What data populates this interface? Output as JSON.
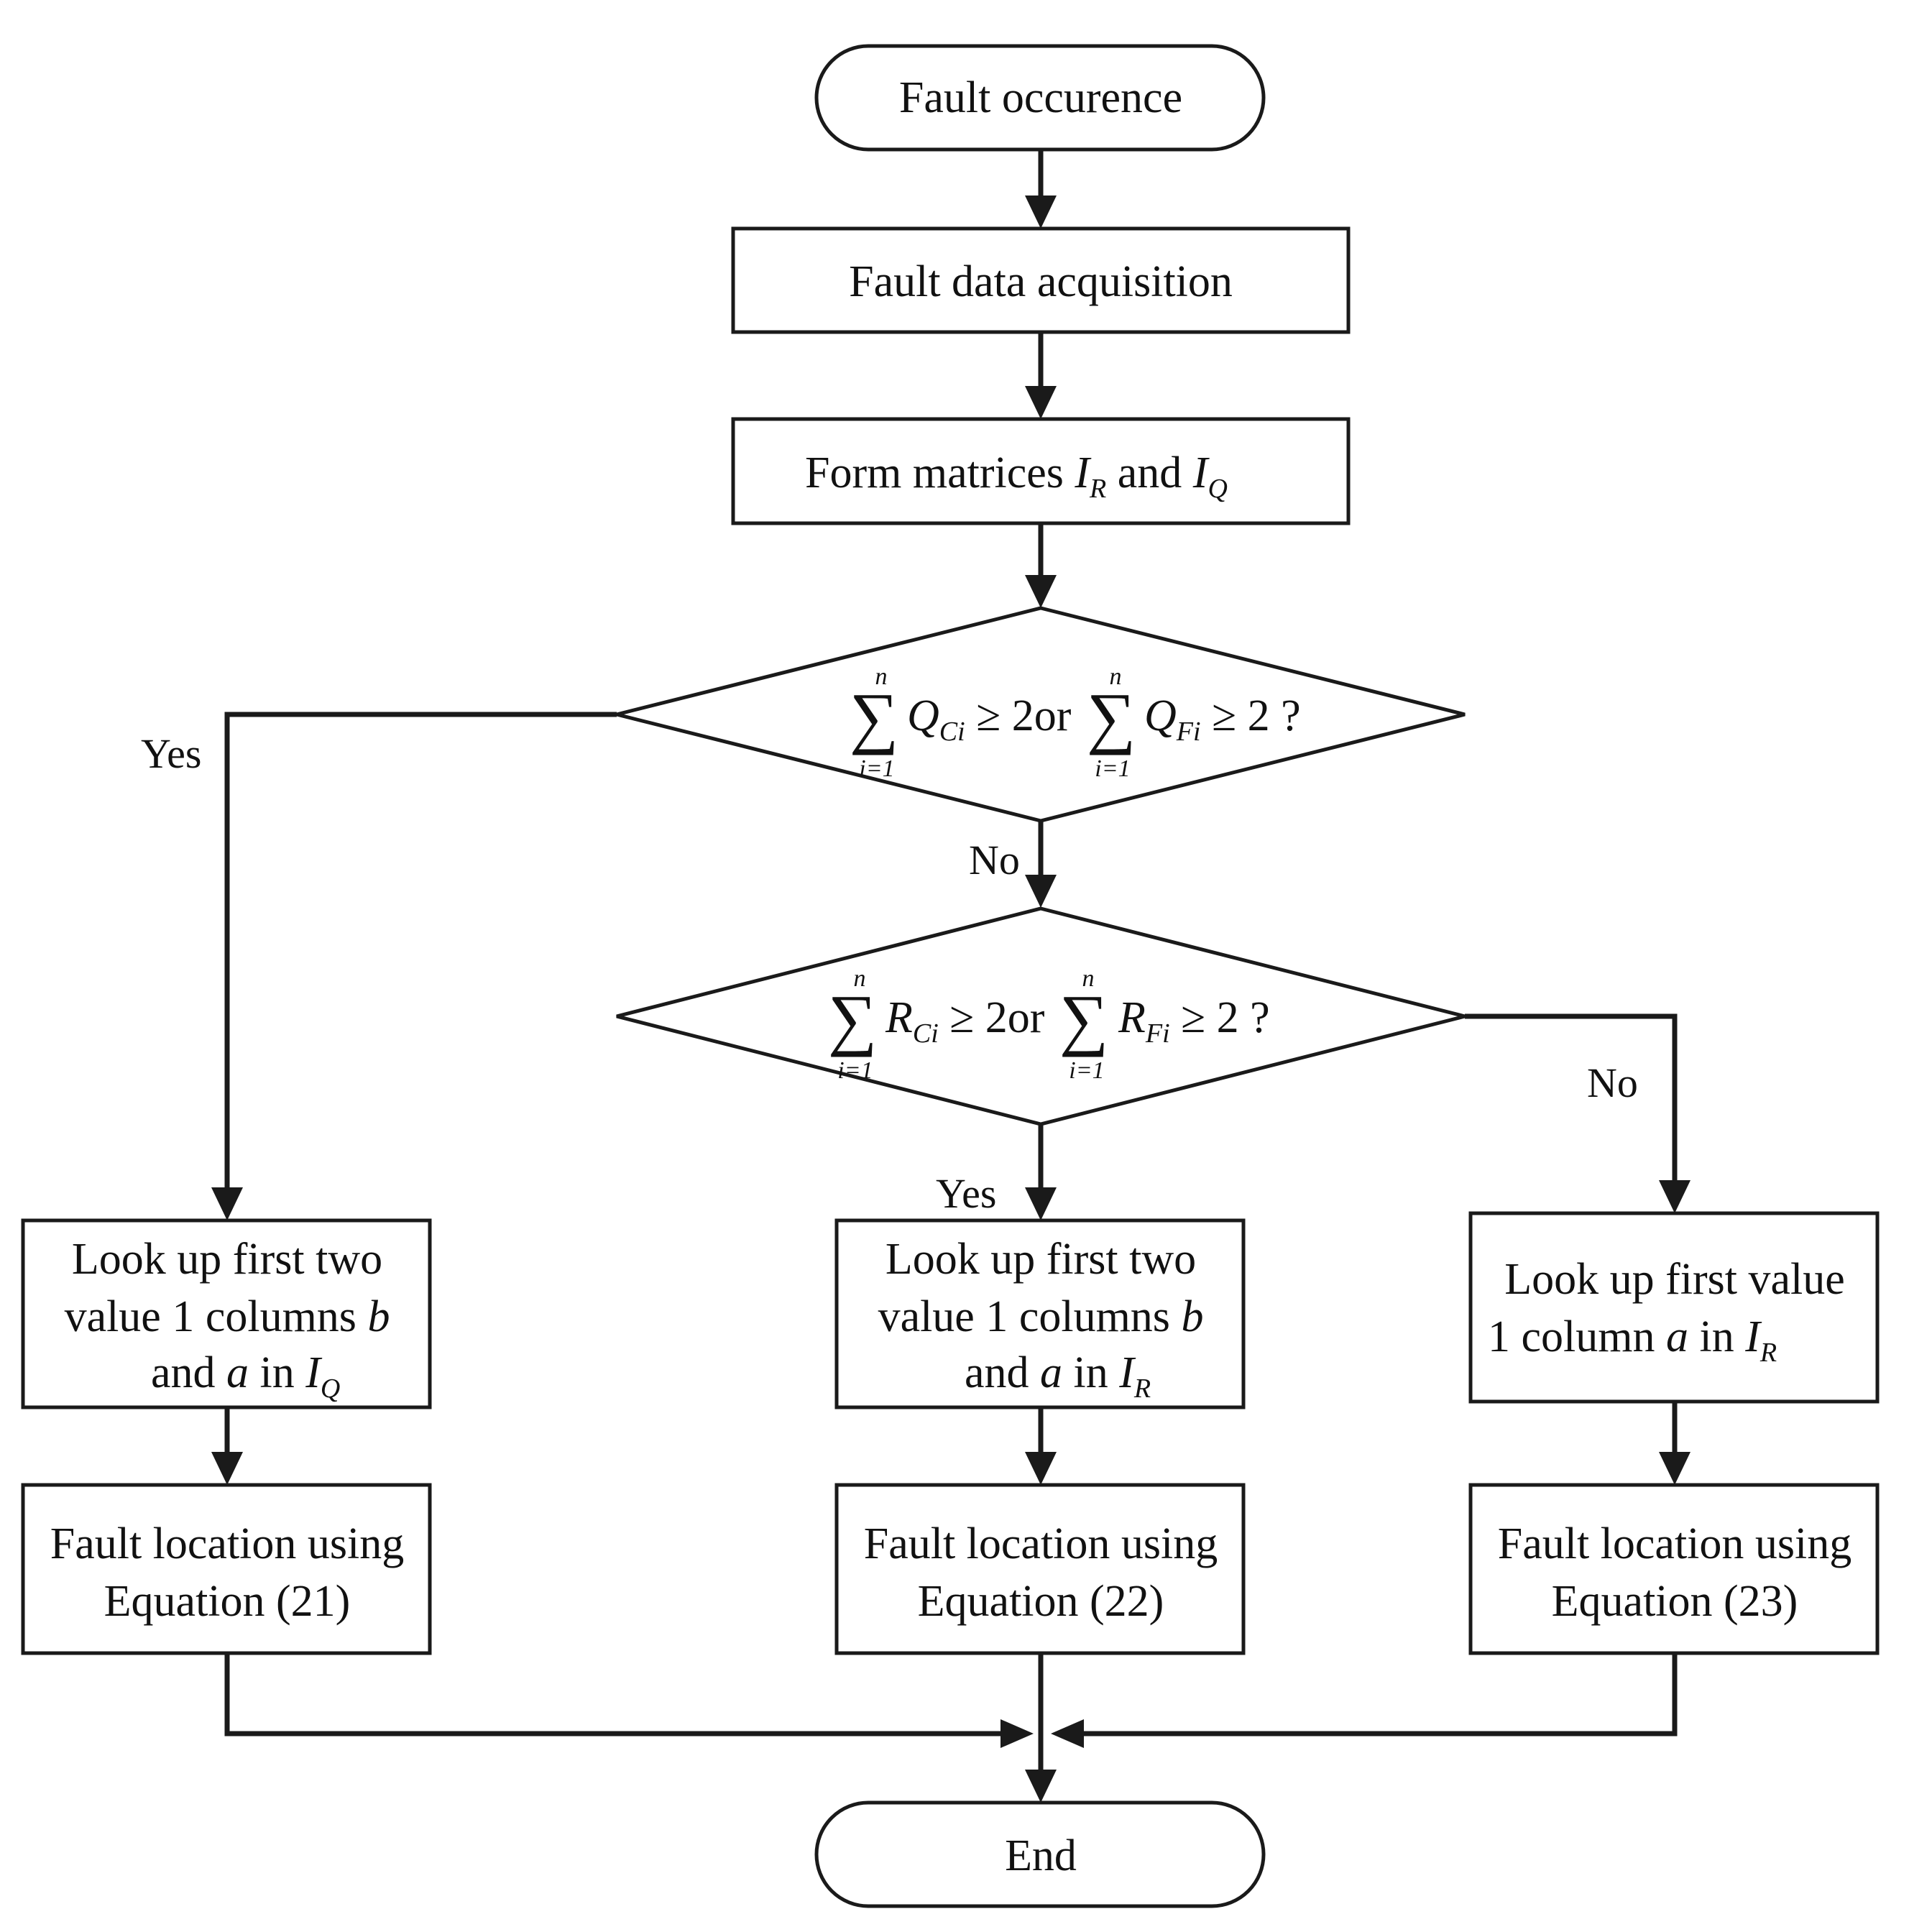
{
  "start": {
    "label": "Fault occurence"
  },
  "acquire": {
    "label": "Fault data acquisition"
  },
  "matrices": {
    "prefix": "Form matrices ",
    "var1": "I",
    "sub1": "R",
    "mid": " and ",
    "var2": "I",
    "sub2": "Q"
  },
  "decision1": {
    "sum_upper": "n",
    "sum_lower": "i=1",
    "term1": "Q",
    "term1_sub": "Ci",
    "cond1": " ≥ 2or",
    "term2": "Q",
    "term2_sub": "Fi",
    "cond2": " ≥ 2 ?",
    "yes_label": "Yes",
    "no_label": "No"
  },
  "decision2": {
    "sum_upper": "n",
    "sum_lower": "i=1",
    "term1": "R",
    "term1_sub": "Ci",
    "cond1": " ≥ 2or",
    "term2": "R",
    "term2_sub": "Fi",
    "cond2": " ≥ 2 ?",
    "yes_label": "Yes",
    "no_label": "No"
  },
  "lookup_left": {
    "line1": "Look up first two",
    "line2a": "value 1 columns ",
    "line2b": "b",
    "line3a": "and ",
    "line3b": "a",
    "line3c": " in ",
    "line3d": "I",
    "line3e": "Q"
  },
  "lookup_mid": {
    "line1": "Look up first two",
    "line2a": "value 1 columns ",
    "line2b": "b",
    "line3a": "and ",
    "line3b": "a",
    "line3c": " in ",
    "line3d": "I",
    "line3e": "R"
  },
  "lookup_right": {
    "line1": "Look up first value",
    "line2a": "1 column ",
    "line2b": "a",
    "line2c": " in ",
    "line2d": "I",
    "line2e": "R"
  },
  "locate_left": {
    "line1": "Fault location using",
    "line2": "Equation (21)"
  },
  "locate_mid": {
    "line1": "Fault location using",
    "line2": "Equation (22)"
  },
  "locate_right": {
    "line1": "Fault location using",
    "line2": "Equation (23)"
  },
  "end": {
    "label": "End"
  }
}
